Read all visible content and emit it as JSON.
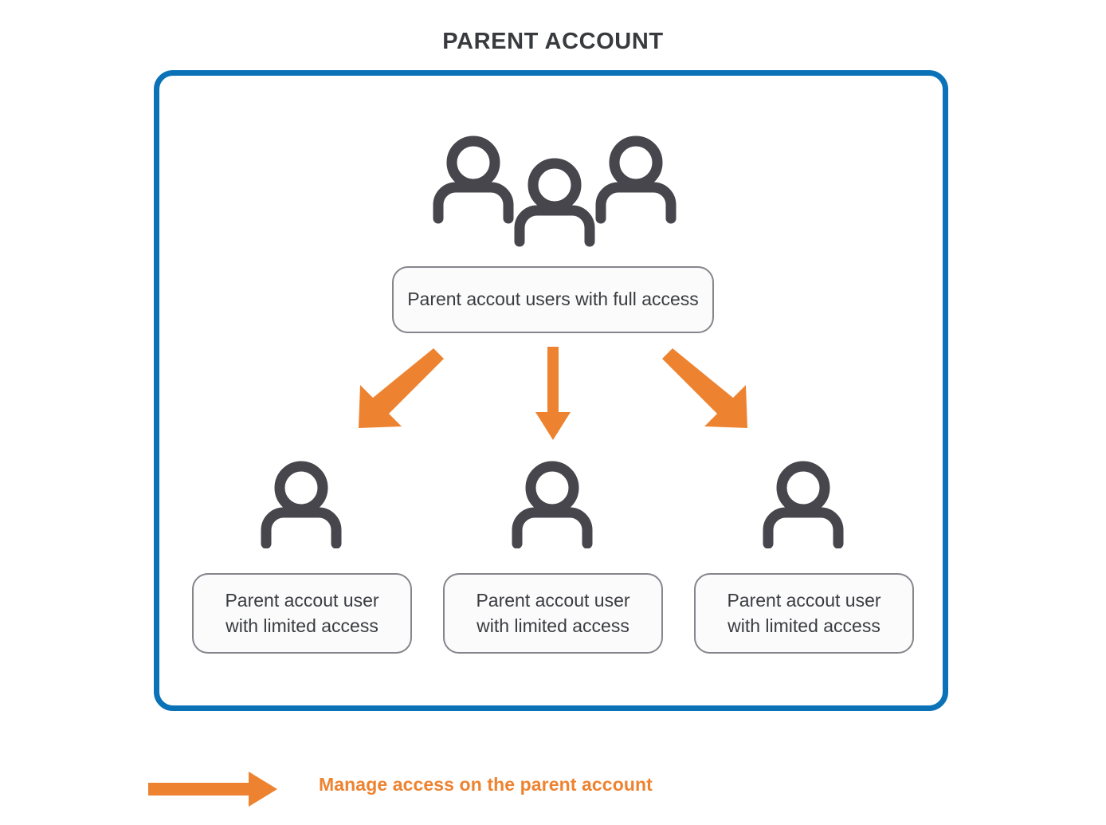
{
  "diagram": {
    "title": "PARENT ACCOUNT",
    "type": "hierarchy",
    "colors": {
      "container_border": "#0c72b8",
      "arrow": "#ed8330",
      "icon": "#46464c",
      "box_border": "#84868c",
      "title_text": "#383a3e",
      "legend_text": "#ed8330",
      "background": "#ffffff"
    },
    "container": {
      "name": "parent-account-container"
    },
    "top_node": {
      "icon": "three-people-icon",
      "label": "Parent accout users with full access"
    },
    "child_nodes": [
      {
        "icon": "person-icon",
        "label_line1": "Parent accout user",
        "label_line2": "with limited access",
        "position": "left"
      },
      {
        "icon": "person-icon",
        "label_line1": "Parent accout user",
        "label_line2": "with limited access",
        "position": "center"
      },
      {
        "icon": "person-icon",
        "label_line1": "Parent accout user",
        "label_line2": "with limited access",
        "position": "right"
      }
    ],
    "connectors": [
      {
        "name": "arrow-to-left-child",
        "direction": "down-left"
      },
      {
        "name": "arrow-to-center-child",
        "direction": "down"
      },
      {
        "name": "arrow-to-right-child",
        "direction": "down-right"
      }
    ],
    "legend": {
      "icon": "right-arrow-icon",
      "text": "Manage access on the parent account"
    }
  }
}
